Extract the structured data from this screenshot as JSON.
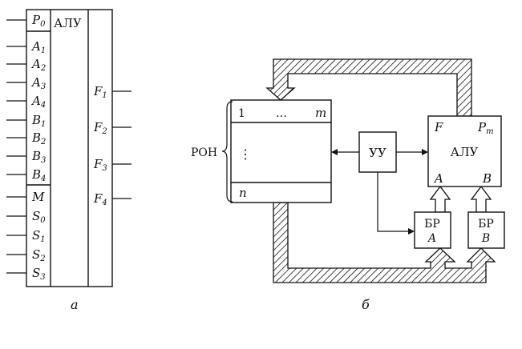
{
  "diagram_a": {
    "title": "АЛУ",
    "p_input": {
      "base": "P",
      "sub": "0"
    },
    "inputs_a": [
      {
        "base": "A",
        "sub": "1"
      },
      {
        "base": "A",
        "sub": "2"
      },
      {
        "base": "A",
        "sub": "3"
      },
      {
        "base": "A",
        "sub": "4"
      }
    ],
    "inputs_b": [
      {
        "base": "B",
        "sub": "1"
      },
      {
        "base": "B",
        "sub": "2"
      },
      {
        "base": "B",
        "sub": "3"
      },
      {
        "base": "B",
        "sub": "4"
      }
    ],
    "mode_input": "M",
    "select_inputs": [
      {
        "base": "S",
        "sub": "0"
      },
      {
        "base": "S",
        "sub": "1"
      },
      {
        "base": "S",
        "sub": "2"
      },
      {
        "base": "S",
        "sub": "3"
      }
    ],
    "outputs": [
      {
        "base": "F",
        "sub": "1"
      },
      {
        "base": "F",
        "sub": "2"
      },
      {
        "base": "F",
        "sub": "3"
      },
      {
        "base": "F",
        "sub": "4"
      }
    ],
    "caption": "a"
  },
  "diagram_b": {
    "ron_label": "РОН",
    "ron_row1_start": "1",
    "ron_row1_dots": "…",
    "ron_row1_end": "m",
    "ron_vertical_dots": "⋮",
    "ron_last_row": "n",
    "control_unit": "УУ",
    "alu": {
      "title": "АЛУ",
      "f": "F",
      "pm": {
        "base": "P",
        "sub": "m"
      },
      "a": "A",
      "b": "B"
    },
    "buffer_a": {
      "title": "БР",
      "sub": "A"
    },
    "buffer_b": {
      "title": "БР",
      "sub": "B"
    },
    "caption": "б"
  }
}
